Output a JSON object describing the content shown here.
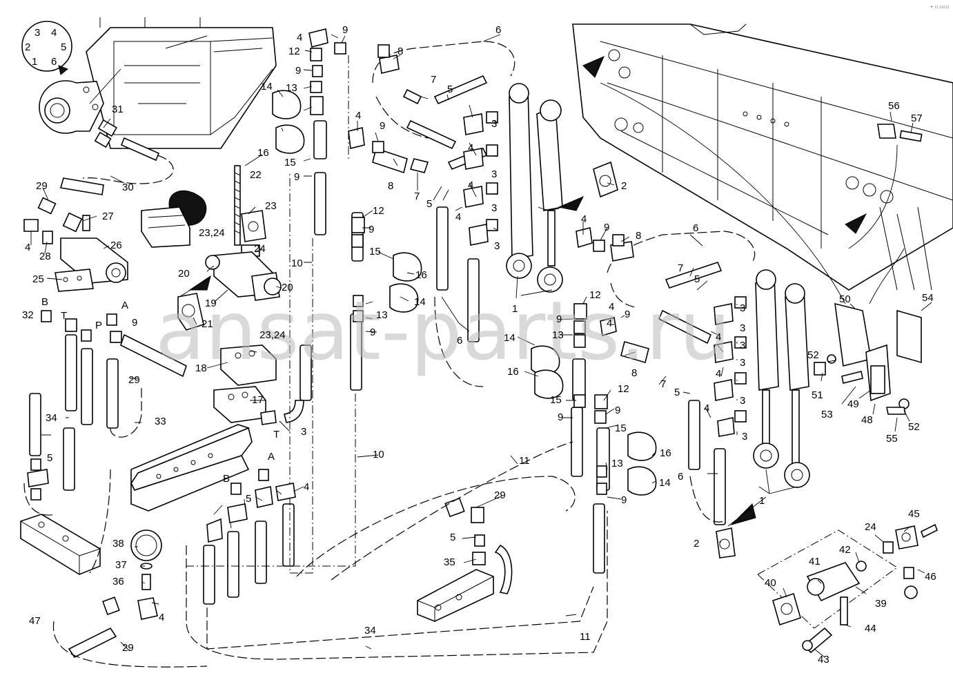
{
  "corner_mark": "• ▫ ▫▫▫",
  "watermark": "ansat-parts.ru",
  "callouts": {
    "c1a": "1",
    "c1b": "1",
    "c2a": "2",
    "c2b": "2",
    "c3a": "3",
    "c3b": "3",
    "c3c": "3",
    "c3d": "3",
    "c3e": "3",
    "c3f": "3",
    "c3g": "3",
    "c3h": "3",
    "c3i": "3",
    "c3j": "3",
    "c3k": "3",
    "c4a": "4",
    "c4b": "4",
    "c4c": "4",
    "c4d": "4",
    "c4e": "4",
    "c4f": "4",
    "c4g": "4",
    "c4h": "4",
    "c4i": "4",
    "c4j": "4",
    "c4k": "4",
    "c4l": "4",
    "c4m": "4",
    "c4n": "4",
    "c5a": "5",
    "c5b": "5",
    "c5c": "5",
    "c5d": "5",
    "c5e": "5",
    "c5f": "5",
    "c5g": "5",
    "c6a": "6",
    "c6b": "6",
    "c6c": "6",
    "c6d": "6",
    "c7a": "7",
    "c7b": "7",
    "c7c": "7",
    "c7d": "7",
    "c8a": "8",
    "c8b": "8",
    "c8c": "8",
    "c8d": "8",
    "c9a": "9",
    "c9b": "9",
    "c9c": "9",
    "c9d": "9",
    "c9e": "9",
    "c9f": "9",
    "c9g": "9",
    "c9h": "9",
    "c9i": "9",
    "c9j": "9",
    "c9k": "9",
    "c9l": "9",
    "c9m": "9",
    "c10a": "10",
    "c10b": "10",
    "c11a": "11",
    "c11b": "11",
    "c12a": "12",
    "c12b": "12",
    "c12c": "12",
    "c12d": "12",
    "c13a": "13",
    "c13b": "13",
    "c13c": "13",
    "c13d": "13",
    "c14a": "14",
    "c14b": "14",
    "c14c": "14",
    "c14d": "14",
    "c15a": "15",
    "c15b": "15",
    "c15c": "15",
    "c15d": "15",
    "c16a": "16",
    "c16b": "16",
    "c16c": "16",
    "c16d": "16",
    "c17": "17",
    "c18": "18",
    "c19": "19",
    "c20a": "20",
    "c20b": "20",
    "c21": "21",
    "c22": "22",
    "c23": "23",
    "c2324a": "23,24",
    "c2324b": "23,24",
    "c24a": "24",
    "c24b": "24",
    "c25": "25",
    "c26": "26",
    "c27": "27",
    "c28": "28",
    "c29a": "29",
    "c29b": "29",
    "c29c": "29",
    "c29d": "29",
    "c30": "30",
    "c31": "31",
    "c32": "32",
    "c33": "33",
    "c34a": "34",
    "c34b": "34",
    "c35": "35",
    "c36": "36",
    "c37": "37",
    "c38": "38",
    "c39": "39",
    "c40": "40",
    "c41": "41",
    "c42": "42",
    "c43": "43",
    "c44": "44",
    "c45": "45",
    "c46": "46",
    "c47": "47",
    "c48": "48",
    "c49": "49",
    "c50": "50",
    "c51": "51",
    "c52a": "52",
    "c52b": "52",
    "c53": "53",
    "c54": "54",
    "c55": "55",
    "c56": "56",
    "c57": "57"
  },
  "port_letters": {
    "dial": [
      "3",
      "4",
      "2",
      "5",
      "1",
      "6"
    ],
    "B1": "B",
    "T1": "T",
    "A1": "A",
    "P1": "P",
    "T2": "T",
    "B2": "B",
    "A2": "A"
  },
  "icons": {
    "arrows": "filled-direction-arrow",
    "connector": "electrical-connector-icon"
  }
}
